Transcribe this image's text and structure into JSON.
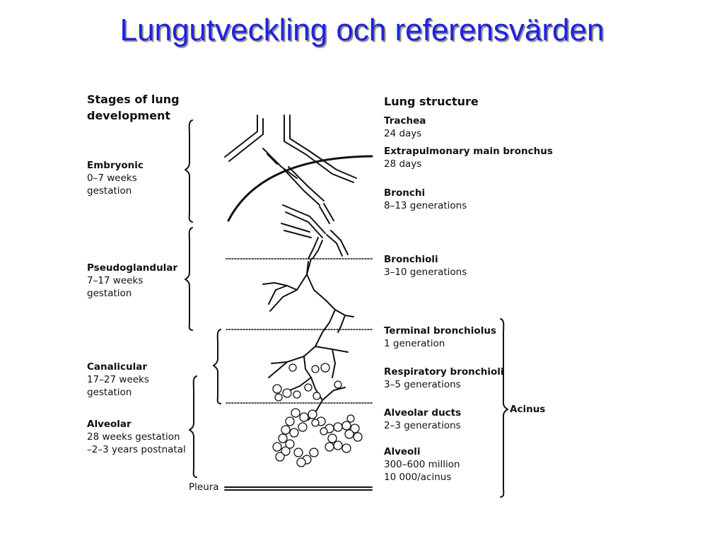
{
  "slide": {
    "title": "Lungutveckling och referensvärden"
  },
  "left_header": "Stages of lung development",
  "right_header": "Lung structure",
  "stages": [
    {
      "name": "Embryonic",
      "l1": "0–7 weeks",
      "l2": "gestation"
    },
    {
      "name": "Pseudoglandular",
      "l1": "7–17 weeks",
      "l2": "gestation"
    },
    {
      "name": "Canalicular",
      "l1": "17–27 weeks",
      "l2": "gestation"
    },
    {
      "name": "Alveolar",
      "l1": "28 weeks gestation",
      "l2": "–2–3 years postnatal"
    }
  ],
  "structures": [
    {
      "name": "Trachea",
      "detail": "24 days"
    },
    {
      "name": "Extrapulmonary main bronchus",
      "detail": "28 days"
    },
    {
      "name": "Bronchi",
      "detail": "8–13 generations"
    },
    {
      "name": "Bronchioli",
      "detail": "3–10 generations"
    },
    {
      "name": "Terminal bronchiolus",
      "detail": "1 generation"
    },
    {
      "name": "Respiratory bronchioli",
      "detail": "3–5 generations"
    },
    {
      "name": "Alveolar ducts",
      "detail": "2–3 generations"
    },
    {
      "name": "Alveoli",
      "detail": "300–600 million",
      "detail2": "10 000/acinus"
    }
  ],
  "acinus_label": "Acinus",
  "pleura_label": "Pleura"
}
